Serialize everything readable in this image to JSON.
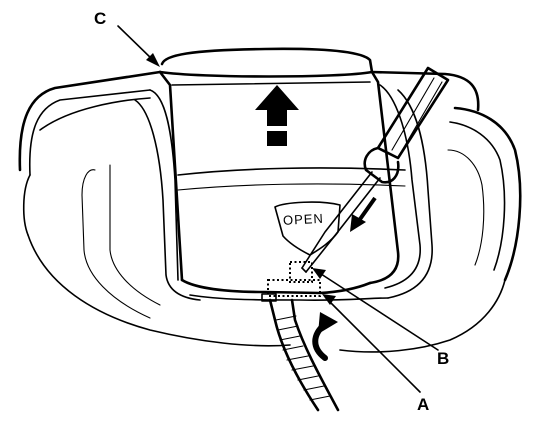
{
  "callouts": {
    "c": "C",
    "b": "B",
    "a": "A"
  },
  "tag_text": "OPEN",
  "icons": [
    "up-arrow-icon",
    "screwdriver-icon",
    "curved-arrow-icon",
    "cutting-tool-icon"
  ]
}
